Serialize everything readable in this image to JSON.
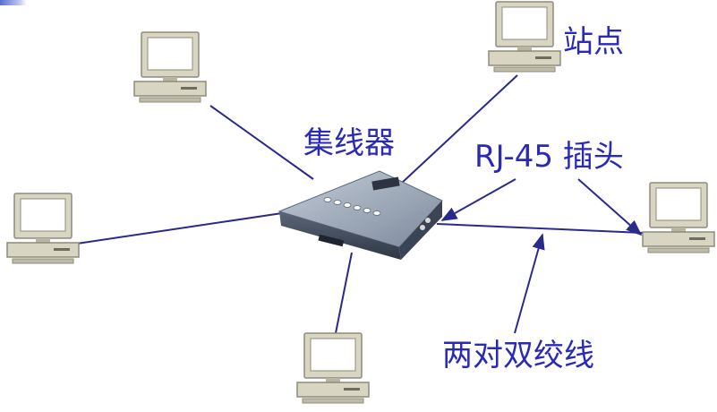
{
  "labels": {
    "station": "站点",
    "hub": "集线器",
    "connector": "RJ-45 插头",
    "cable": "两对双绞线"
  },
  "colors": {
    "line": "#2a2a8c",
    "text": "#2a2ab8",
    "computer_body": "#d8d6c3",
    "computer_shadow": "#9c9a86",
    "screen": "#ffffff",
    "hub_top": "#9aa6b6",
    "hub_side": "#4b5566"
  },
  "icons": {
    "computer": "desktop-computer-icon",
    "hub": "network-hub-icon"
  }
}
